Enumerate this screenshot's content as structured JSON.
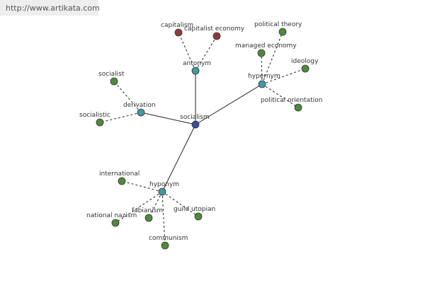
{
  "url": "http://www.artikata.com",
  "colors": {
    "center": "#3b4a9c",
    "relation": "#3f9aa0",
    "leaf": "#4f8a3c",
    "antonym_leaf": "#8e3b3b",
    "edge": "#222222"
  },
  "nodes": {
    "center": {
      "label": "socialism"
    },
    "antonym": {
      "label": "antonym"
    },
    "hypernym": {
      "label": "hypernym"
    },
    "derivation": {
      "label": "derivation"
    },
    "hyponym": {
      "label": "hyponym"
    },
    "capitalism": {
      "label": "capitalism"
    },
    "capitalist_economy": {
      "label": "capitalist economy"
    },
    "political_theory": {
      "label": "political theory"
    },
    "managed_economy": {
      "label": "managed economy"
    },
    "ideology": {
      "label": "ideology"
    },
    "political_orientation": {
      "label": "political orientation"
    },
    "socialist": {
      "label": "socialist"
    },
    "socialistic": {
      "label": "socialistic"
    },
    "international": {
      "label": "international"
    },
    "fabianism": {
      "label": "fabianism"
    },
    "guild_utopian": {
      "label": "guild utopian"
    },
    "national_nazism": {
      "label": "national nazism"
    },
    "communism": {
      "label": "communism"
    }
  }
}
